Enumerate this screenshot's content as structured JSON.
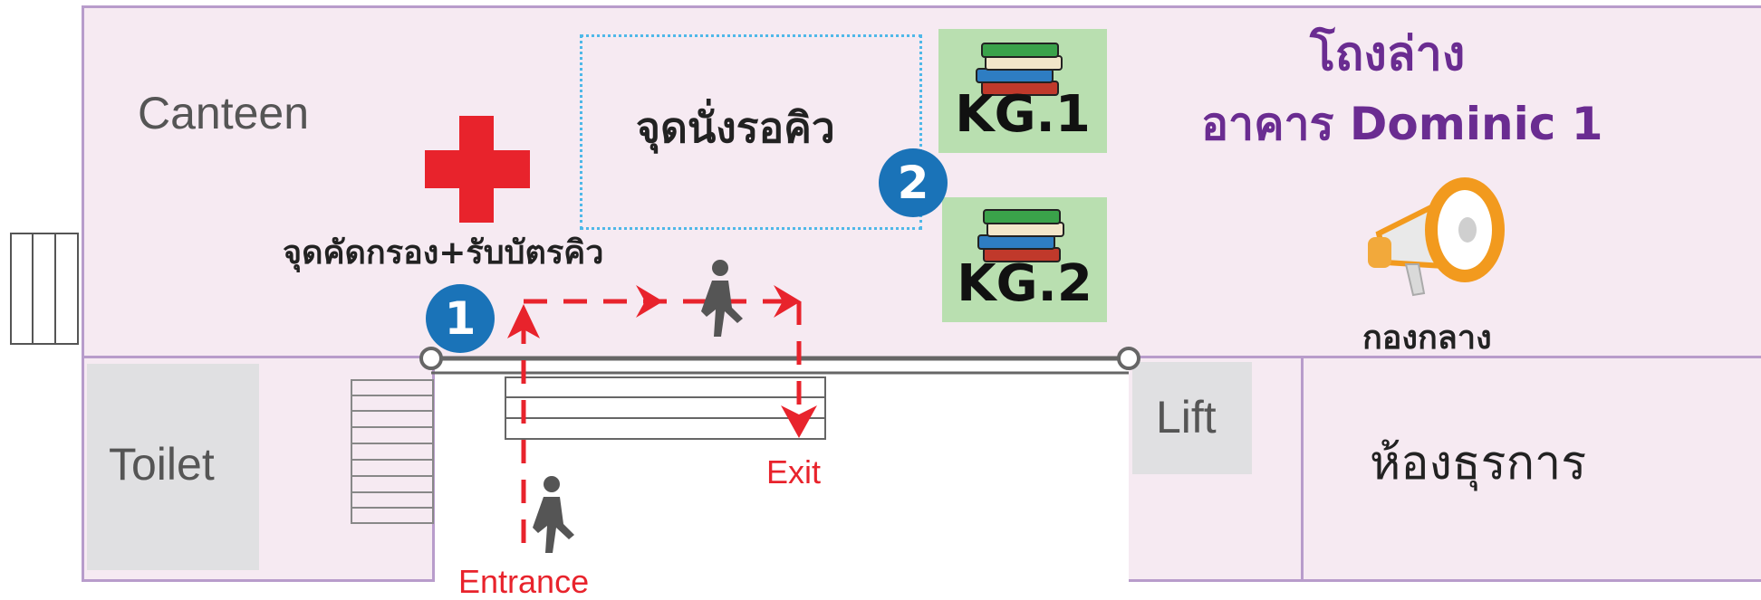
{
  "map": {
    "canteen": "Canteen",
    "toilet": "Toilet",
    "lift": "Lift",
    "admin_room": "ห้องธุรการ",
    "waiting_area": "จุดนั่งรอคิว",
    "screening_point": "จุดคัดกรอง+รับบัตรคิว",
    "building_title_line1": "โถงล่าง",
    "building_title_line2": "อาคาร Dominic 1",
    "central_office": "กองกลาง",
    "kg1": "KG.1",
    "kg2": "KG.2",
    "step1": "1",
    "step2": "2",
    "entrance": "Entrance",
    "exit": "Exit"
  },
  "icons": {
    "first_aid": "red-cross-icon",
    "books": "books-icon",
    "megaphone": "megaphone-icon",
    "walker": "walking-person-icon"
  },
  "colors": {
    "floor": "#f6eaf2",
    "wall": "#b89ccb",
    "route": "#e8232c",
    "badge": "#1a73b8",
    "title": "#6a2c91",
    "kg_box": "#b9dfb0"
  }
}
